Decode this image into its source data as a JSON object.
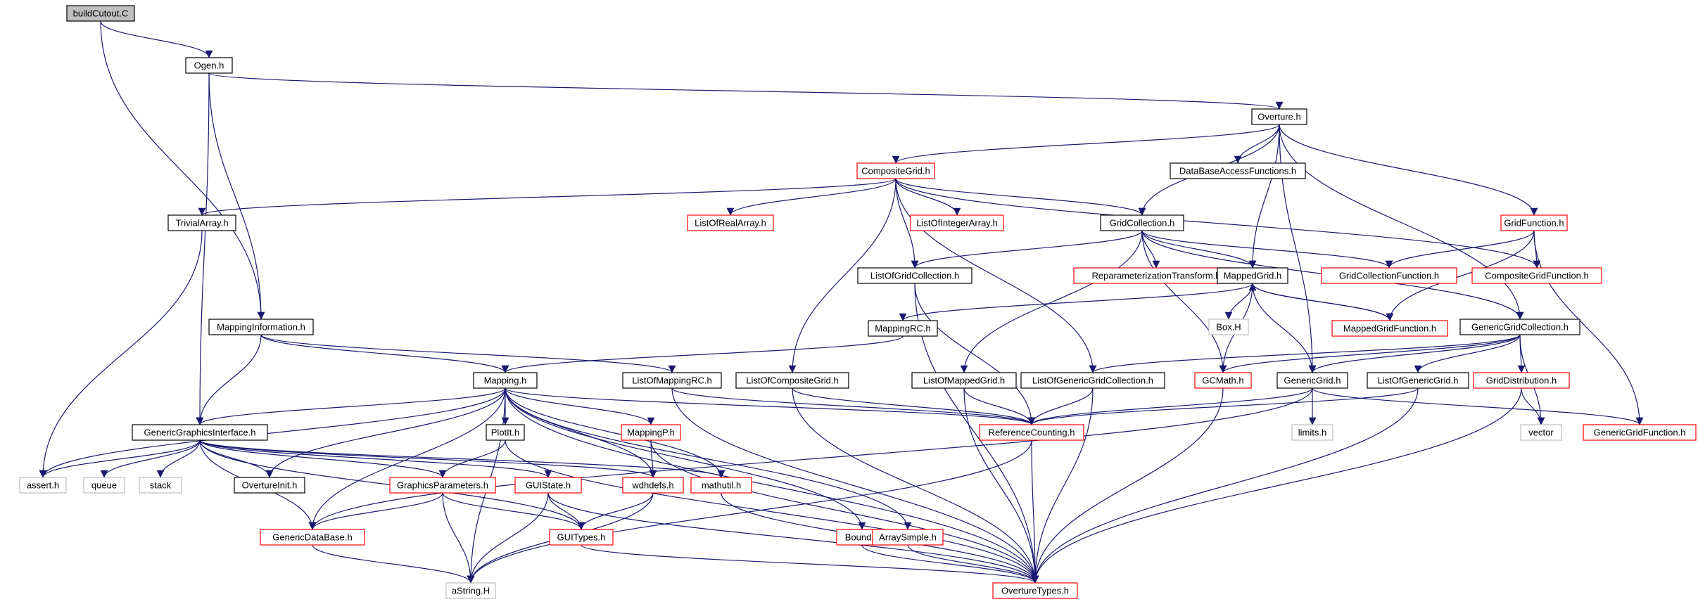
{
  "colors": {
    "edge": "#191970",
    "root_fill": "#bfbfbf",
    "border_black": "#000000",
    "border_red": "#ff0000",
    "border_gray": "#bfbfbf",
    "background": "#ffffff"
  },
  "nodes": [
    {
      "id": "n_buildCutout",
      "label": "buildCutout.C",
      "style": "root"
    },
    {
      "id": "n_Ogen",
      "label": "Ogen.h",
      "style": "black"
    },
    {
      "id": "n_Overture",
      "label": "Overture.h",
      "style": "black"
    },
    {
      "id": "n_CompositeGrid",
      "label": "CompositeGrid.h",
      "style": "red"
    },
    {
      "id": "n_DataBaseAccess",
      "label": "DataBaseAccessFunctions.h",
      "style": "black"
    },
    {
      "id": "n_TrivialArray",
      "label": "TrivialArray.h",
      "style": "black"
    },
    {
      "id": "n_ListOfRealArray",
      "label": "ListOfRealArray.h",
      "style": "red"
    },
    {
      "id": "n_ListOfIntegerArray",
      "label": "ListOfIntegerArray.h",
      "style": "red"
    },
    {
      "id": "n_GridCollection",
      "label": "GridCollection.h",
      "style": "black"
    },
    {
      "id": "n_GridFunction",
      "label": "GridFunction.h",
      "style": "red"
    },
    {
      "id": "n_ListOfGridCollection",
      "label": "ListOfGridCollection.h",
      "style": "black"
    },
    {
      "id": "n_ReparamTransform",
      "label": "ReparameterizationTransform.h",
      "style": "red"
    },
    {
      "id": "n_MappedGrid",
      "label": "MappedGrid.h",
      "style": "black"
    },
    {
      "id": "n_GridCollectionFunction",
      "label": "GridCollectionFunction.h",
      "style": "red"
    },
    {
      "id": "n_CompositeGridFunction",
      "label": "CompositeGridFunction.h",
      "style": "red"
    },
    {
      "id": "n_MappingInformation",
      "label": "MappingInformation.h",
      "style": "black"
    },
    {
      "id": "n_MappingRC",
      "label": "MappingRC.h",
      "style": "black"
    },
    {
      "id": "n_BoxH",
      "label": "Box.H",
      "style": "gray"
    },
    {
      "id": "n_MappedGridFunction",
      "label": "MappedGridFunction.h",
      "style": "red"
    },
    {
      "id": "n_GenericGridCollection",
      "label": "GenericGridCollection.h",
      "style": "black"
    },
    {
      "id": "n_MappingH",
      "label": "Mapping.h",
      "style": "black"
    },
    {
      "id": "n_ListOfMappingRC",
      "label": "ListOfMappingRC.h",
      "style": "black"
    },
    {
      "id": "n_ListOfCompositeGrid",
      "label": "ListOfCompositeGrid.h",
      "style": "black"
    },
    {
      "id": "n_ListOfMappedGrid",
      "label": "ListOfMappedGrid.h",
      "style": "black"
    },
    {
      "id": "n_ListOfGenericGridCollection",
      "label": "ListOfGenericGridCollection.h",
      "style": "black"
    },
    {
      "id": "n_GCMath",
      "label": "GCMath.h",
      "style": "red"
    },
    {
      "id": "n_GenericGrid",
      "label": "GenericGrid.h",
      "style": "black"
    },
    {
      "id": "n_ListOfGenericGrid",
      "label": "ListOfGenericGrid.h",
      "style": "black"
    },
    {
      "id": "n_GridDistribution",
      "label": "GridDistribution.h",
      "style": "red"
    },
    {
      "id": "n_GenericGraphicsInterface",
      "label": "GenericGraphicsInterface.h",
      "style": "black"
    },
    {
      "id": "n_PlotIt",
      "label": "PlotIt.h",
      "style": "black"
    },
    {
      "id": "n_MappingP",
      "label": "MappingP.h",
      "style": "red"
    },
    {
      "id": "n_ReferenceCounting",
      "label": "ReferenceCounting.h",
      "style": "red"
    },
    {
      "id": "n_limits",
      "label": "limits.h",
      "style": "gray"
    },
    {
      "id": "n_vector",
      "label": "vector",
      "style": "gray"
    },
    {
      "id": "n_GenericGridFunction",
      "label": "GenericGridFunction.h",
      "style": "red"
    },
    {
      "id": "n_assert",
      "label": "assert.h",
      "style": "gray"
    },
    {
      "id": "n_queue",
      "label": "queue",
      "style": "gray"
    },
    {
      "id": "n_stack",
      "label": "stack",
      "style": "gray"
    },
    {
      "id": "n_OvertureInit",
      "label": "OvertureInit.h",
      "style": "black"
    },
    {
      "id": "n_GraphicsParameters",
      "label": "GraphicsParameters.h",
      "style": "red"
    },
    {
      "id": "n_GUIState",
      "label": "GUIState.h",
      "style": "red"
    },
    {
      "id": "n_wdhdefs",
      "label": "wdhdefs.h",
      "style": "red"
    },
    {
      "id": "n_mathutil",
      "label": "mathutil.h",
      "style": "red"
    },
    {
      "id": "n_GenericDataBase",
      "label": "GenericDataBase.h",
      "style": "red"
    },
    {
      "id": "n_GUITypes",
      "label": "GUITypes.h",
      "style": "red"
    },
    {
      "id": "n_Bound",
      "label": "Bound.h",
      "style": "red"
    },
    {
      "id": "n_ArraySimple",
      "label": "ArraySimple.h",
      "style": "red"
    },
    {
      "id": "n_aString",
      "label": "aString.H",
      "style": "gray"
    },
    {
      "id": "n_OvertureTypes",
      "label": "OvertureTypes.h",
      "style": "red"
    }
  ],
  "edges": [
    [
      "n_buildCutout",
      "n_Ogen"
    ],
    [
      "n_buildCutout",
      "n_MappingInformation"
    ],
    [
      "n_Ogen",
      "n_Overture"
    ],
    [
      "n_Ogen",
      "n_MappingInformation"
    ],
    [
      "n_Ogen",
      "n_GenericGraphicsInterface"
    ],
    [
      "n_Overture",
      "n_CompositeGrid"
    ],
    [
      "n_Overture",
      "n_DataBaseAccess"
    ],
    [
      "n_Overture",
      "n_GridCollection"
    ],
    [
      "n_Overture",
      "n_GridFunction"
    ],
    [
      "n_Overture",
      "n_MappedGrid"
    ],
    [
      "n_Overture",
      "n_GenericGridCollection"
    ],
    [
      "n_Overture",
      "n_GenericGrid"
    ],
    [
      "n_CompositeGrid",
      "n_TrivialArray"
    ],
    [
      "n_CompositeGrid",
      "n_ListOfRealArray"
    ],
    [
      "n_CompositeGrid",
      "n_ListOfIntegerArray"
    ],
    [
      "n_CompositeGrid",
      "n_GridCollection"
    ],
    [
      "n_CompositeGrid",
      "n_CompositeGridFunction"
    ],
    [
      "n_CompositeGrid",
      "n_ListOfGridCollection"
    ],
    [
      "n_CompositeGrid",
      "n_ListOfCompositeGrid"
    ],
    [
      "n_CompositeGrid",
      "n_ListOfGenericGridCollection"
    ],
    [
      "n_TrivialArray",
      "n_assert"
    ],
    [
      "n_GridCollection",
      "n_ListOfGridCollection"
    ],
    [
      "n_GridCollection",
      "n_ReparamTransform"
    ],
    [
      "n_GridCollection",
      "n_MappedGrid"
    ],
    [
      "n_GridCollection",
      "n_GridCollectionFunction"
    ],
    [
      "n_GridCollection",
      "n_GenericGridCollection"
    ],
    [
      "n_GridCollection",
      "n_ListOfMappedGrid"
    ],
    [
      "n_GridCollection",
      "n_GCMath"
    ],
    [
      "n_GridFunction",
      "n_GridCollectionFunction"
    ],
    [
      "n_GridFunction",
      "n_CompositeGridFunction"
    ],
    [
      "n_GridFunction",
      "n_MappedGridFunction"
    ],
    [
      "n_GridFunction",
      "n_GenericGridFunction"
    ],
    [
      "n_ListOfGridCollection",
      "n_ReferenceCounting"
    ],
    [
      "n_ListOfGridCollection",
      "n_OvertureTypes"
    ],
    [
      "n_MappedGrid",
      "n_MappingRC"
    ],
    [
      "n_MappedGrid",
      "n_BoxH"
    ],
    [
      "n_MappedGrid",
      "n_MappedGridFunction"
    ],
    [
      "n_MappedGrid",
      "n_GCMath"
    ],
    [
      "n_MappedGrid",
      "n_GenericGrid"
    ],
    [
      "n_MappedGridFunction",
      "n_MappedGrid"
    ],
    [
      "n_MappingInformation",
      "n_MappingH"
    ],
    [
      "n_MappingInformation",
      "n_ListOfMappingRC"
    ],
    [
      "n_MappingInformation",
      "n_GenericGraphicsInterface"
    ],
    [
      "n_MappingRC",
      "n_MappingH"
    ],
    [
      "n_GenericGridCollection",
      "n_ListOfGenericGridCollection"
    ],
    [
      "n_GenericGridCollection",
      "n_GenericGrid"
    ],
    [
      "n_GenericGridCollection",
      "n_ListOfGenericGrid"
    ],
    [
      "n_GenericGridCollection",
      "n_GridDistribution"
    ],
    [
      "n_GenericGridCollection",
      "n_vector"
    ],
    [
      "n_GenericGridCollection",
      "n_GCMath"
    ],
    [
      "n_MappingH",
      "n_GenericGraphicsInterface"
    ],
    [
      "n_MappingH",
      "n_PlotIt"
    ],
    [
      "n_MappingH",
      "n_MappingP"
    ],
    [
      "n_MappingH",
      "n_assert"
    ],
    [
      "n_MappingH",
      "n_OvertureInit"
    ],
    [
      "n_MappingH",
      "n_ReferenceCounting"
    ],
    [
      "n_MappingH",
      "n_GenericDataBase"
    ],
    [
      "n_MappingH",
      "n_wdhdefs"
    ],
    [
      "n_MappingH",
      "n_mathutil"
    ],
    [
      "n_MappingH",
      "n_Bound"
    ],
    [
      "n_MappingH",
      "n_ArraySimple"
    ],
    [
      "n_MappingH",
      "n_aString"
    ],
    [
      "n_MappingH",
      "n_OvertureTypes"
    ],
    [
      "n_ListOfMappingRC",
      "n_ReferenceCounting"
    ],
    [
      "n_ListOfMappingRC",
      "n_OvertureTypes"
    ],
    [
      "n_ListOfCompositeGrid",
      "n_ReferenceCounting"
    ],
    [
      "n_ListOfCompositeGrid",
      "n_OvertureTypes"
    ],
    [
      "n_ListOfMappedGrid",
      "n_ReferenceCounting"
    ],
    [
      "n_ListOfMappedGrid",
      "n_OvertureTypes"
    ],
    [
      "n_ListOfGenericGridCollection",
      "n_ReferenceCounting"
    ],
    [
      "n_ListOfGenericGridCollection",
      "n_OvertureTypes"
    ],
    [
      "n_GCMath",
      "n_OvertureTypes"
    ],
    [
      "n_GenericGrid",
      "n_ReferenceCounting"
    ],
    [
      "n_GenericGrid",
      "n_limits"
    ],
    [
      "n_GenericGrid",
      "n_GenericDataBase"
    ],
    [
      "n_GenericGrid",
      "n_GenericGridFunction"
    ],
    [
      "n_ListOfGenericGrid",
      "n_ReferenceCounting"
    ],
    [
      "n_ListOfGenericGrid",
      "n_OvertureTypes"
    ],
    [
      "n_GridDistribution",
      "n_vector"
    ],
    [
      "n_GridDistribution",
      "n_OvertureTypes"
    ],
    [
      "n_GenericGraphicsInterface",
      "n_assert"
    ],
    [
      "n_GenericGraphicsInterface",
      "n_queue"
    ],
    [
      "n_GenericGraphicsInterface",
      "n_stack"
    ],
    [
      "n_GenericGraphicsInterface",
      "n_OvertureInit"
    ],
    [
      "n_GenericGraphicsInterface",
      "n_GraphicsParameters"
    ],
    [
      "n_GenericGraphicsInterface",
      "n_GUIState"
    ],
    [
      "n_GenericGraphicsInterface",
      "n_wdhdefs"
    ],
    [
      "n_GenericGraphicsInterface",
      "n_mathutil"
    ],
    [
      "n_GenericGraphicsInterface",
      "n_GenericDataBase"
    ],
    [
      "n_GenericGraphicsInterface",
      "n_GUITypes"
    ],
    [
      "n_PlotIt",
      "n_GraphicsParameters"
    ],
    [
      "n_PlotIt",
      "n_OvertureTypes"
    ],
    [
      "n_MappingP",
      "n_wdhdefs"
    ],
    [
      "n_MappingP",
      "n_OvertureTypes"
    ],
    [
      "n_ReferenceCounting",
      "n_OvertureTypes"
    ],
    [
      "n_ReferenceCounting",
      "n_aString"
    ],
    [
      "n_GraphicsParameters",
      "n_GenericDataBase"
    ],
    [
      "n_GraphicsParameters",
      "n_GUITypes"
    ],
    [
      "n_GraphicsParameters",
      "n_aString"
    ],
    [
      "n_GUIState",
      "n_GUITypes"
    ],
    [
      "n_GUIState",
      "n_aString"
    ],
    [
      "n_GUIState",
      "n_OvertureTypes"
    ],
    [
      "n_wdhdefs",
      "n_GUITypes"
    ],
    [
      "n_wdhdefs",
      "n_aString"
    ],
    [
      "n_mathutil",
      "n_OvertureTypes"
    ],
    [
      "n_GenericDataBase",
      "n_aString"
    ],
    [
      "n_GUITypes",
      "n_OvertureTypes"
    ],
    [
      "n_Bound",
      "n_OvertureTypes"
    ],
    [
      "n_ArraySimple",
      "n_OvertureTypes"
    ]
  ]
}
